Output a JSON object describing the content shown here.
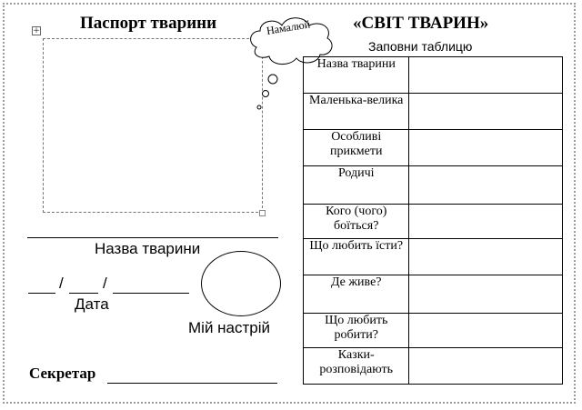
{
  "passport": {
    "title": "Паспорт тварини",
    "cloud_label": "Намалюй",
    "animal_name_label": "Назва тварини",
    "date_separator_1": "/",
    "date_separator_2": "/",
    "date_label": "Дата",
    "mood_label": "Мій настрій",
    "secretary_label": "Секретар"
  },
  "world": {
    "title": "«СВІТ ТВАРИН»",
    "subtitle": "Заповни таблицю",
    "rows": [
      {
        "label": "Назва тварини"
      },
      {
        "label": "Маленька-велика"
      },
      {
        "label": "Особливі прикмети"
      },
      {
        "label": "Родичі"
      },
      {
        "label": "Кого (чого) боїться?"
      },
      {
        "label": "Що любить їсти?"
      },
      {
        "label": "Де живе?"
      },
      {
        "label": "Що любить робити?"
      },
      {
        "label": "Казки-розповідають"
      }
    ]
  }
}
